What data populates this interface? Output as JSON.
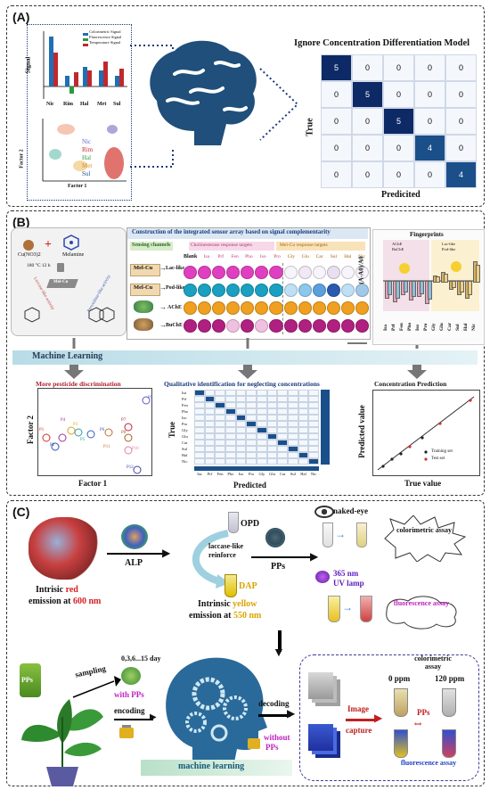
{
  "panelA": {
    "label": "(A)",
    "model_title": "Ignore Concentration Differentiation Model",
    "bar_ylabel": "Signal",
    "bar_legend": [
      "Colorimetric Signal",
      "Fluorescence Signal",
      "Temperature Signal"
    ],
    "bar_categories": [
      "Nic",
      "Rim",
      "Hal",
      "Met",
      "Sul"
    ],
    "scatter_ylabel": "Factor 2",
    "scatter_xlabel": "Factor 1",
    "scatter_legend": [
      "Nic",
      "Rim",
      "Hal",
      "Met",
      "Sul"
    ],
    "confusion_ylabel": "True",
    "confusion_xlabel": "Predicited",
    "confusion_values": [
      [
        "5",
        "0",
        "0",
        "0",
        "0"
      ],
      [
        "0",
        "5",
        "0",
        "0",
        "0"
      ],
      [
        "0",
        "0",
        "5",
        "0",
        "0"
      ],
      [
        "0",
        "0",
        "0",
        "4",
        "0"
      ],
      [
        "0",
        "0",
        "0",
        "0",
        "4"
      ]
    ]
  },
  "panelB": {
    "label": "(B)",
    "reagent1": "Cu(NO3)2",
    "reagent2": "Melamine",
    "condition": "180 °C 12 h",
    "mel_cu": "Mel-Cu",
    "laccase_activity": "Laccase-like activity",
    "peroxidase_activity": "Peroxidase-like activity",
    "array_title": "Construction of the integrated sensor array based on signal complementarity",
    "sensing_channels": "Sensing channels",
    "cholinesterase_targets": "Cholinesterase response targets",
    "melcu_targets": "Mel-Cu response targets",
    "blank": "Blank",
    "pesticides": [
      "Isa",
      "Prf",
      "Fen",
      "Pho",
      "Iso",
      "Pro",
      "Gly",
      "Glu",
      "Car",
      "Sul",
      "Hal",
      "Nic"
    ],
    "channels": [
      "Lac-like",
      "Pod-like",
      "AChE",
      "BuChE"
    ],
    "fingerprints_title": "Fingerprints",
    "fp_ylabel": "(A-A0)/A0",
    "fp_legend": [
      "AChE",
      "BuChE",
      "Lac-like",
      "Pod-like"
    ],
    "machine_learning": "Machine Learning",
    "sub1_title": "More pesticide discrimination",
    "sub1_ylabel": "Factor 2",
    "sub1_xlabel": "Factor 1",
    "sub1_points": [
      "P9",
      "P4",
      "P3",
      "P5",
      "P7",
      "P1",
      "P2",
      "P6",
      "P8",
      "P10",
      "P11",
      "P12"
    ],
    "sub2_title": "Qualitative identification for neglecting concentrations",
    "sub2_ylabel": "True",
    "sub2_xlabel": "Predicted",
    "sub3_title": "Concentration Prediction",
    "sub3_ylabel": "Predicted value",
    "sub3_xlabel": "True value",
    "sub3_legend": [
      "Training set",
      "Test set"
    ]
  },
  "panelC": {
    "label": "(C)",
    "intrinsic_red_1": "Intrisic ",
    "intrinsic_red_2": "red",
    "emission_600_1": "emission at ",
    "emission_600_2": "600 nm",
    "alp": "ALP",
    "opd": "OPD",
    "laccase_reinforce_1": "laccase-like",
    "laccase_reinforce_2": "reinforce",
    "dap": "DAP",
    "intrinsic_yellow_1": "Intrinsic ",
    "intrinsic_yellow_2": "yellow",
    "emission_550_1": "emission at ",
    "emission_550_2": "550 nm",
    "pps": "PPs",
    "naked_eye": "naked-eye",
    "colorimetric_assay": "colorimetric assay",
    "uv_1": "365 nm",
    "uv_2": "UV lamp",
    "fluorescence_assay": "fluorescence assay",
    "sampling": "sampling",
    "days": "0,3,6...15 day",
    "with_pps": "with PPs",
    "encoding": "encoding",
    "without_pps_1": "without",
    "without_pps_2": "PPs",
    "decoding": "decoding",
    "machine_learning": "machine learning",
    "image_capture_1": "Image",
    "image_capture_2": "capture",
    "colorimetric_assay_top": "colorimetric assay",
    "ppm0": "0 ppm",
    "ppm120": "120 ppm",
    "pps2": "PPs",
    "fluorescence_assay2": "fluorescence assay"
  },
  "colors": {
    "navy": "#0d2a66",
    "brain": "#1f4f7a",
    "bar_blue": "#1f6fb5",
    "bar_red": "#c0282d",
    "bar_green": "#2a9a3a",
    "ml_band": "#cfe6ec",
    "label_red": "#d62020",
    "label_yellow": "#d9a400",
    "label_magenta": "#c020c0",
    "label_purple": "#6020c0",
    "plant_green": "#2e8a2e"
  }
}
